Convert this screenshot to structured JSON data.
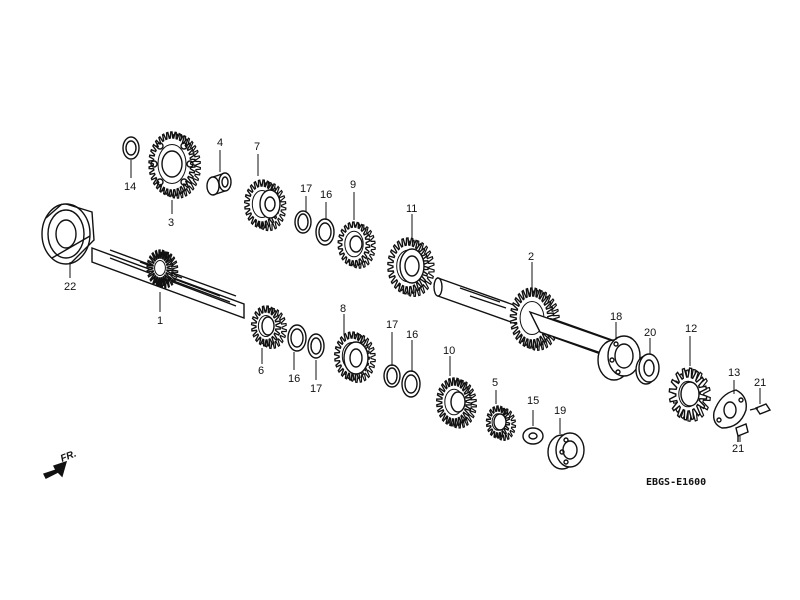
{
  "diagram": {
    "code": "EBGS-E1600",
    "direction_label": "FR.",
    "ink_color": "#111111",
    "callouts": {
      "p1": "1",
      "p2": "2",
      "p3": "3",
      "p4": "4",
      "p5": "5",
      "p6": "6",
      "p7": "7",
      "p8": "8",
      "p9": "9",
      "p10": "10",
      "p11": "11",
      "p12": "12",
      "p13": "13",
      "p14": "14",
      "p15": "15",
      "p16a": "16",
      "p16b": "16",
      "p16c": "16",
      "p17a": "17",
      "p17b": "17",
      "p17c": "17",
      "p18": "18",
      "p19": "19",
      "p20": "20",
      "p21a": "21",
      "p21b": "21",
      "p22": "22"
    }
  }
}
